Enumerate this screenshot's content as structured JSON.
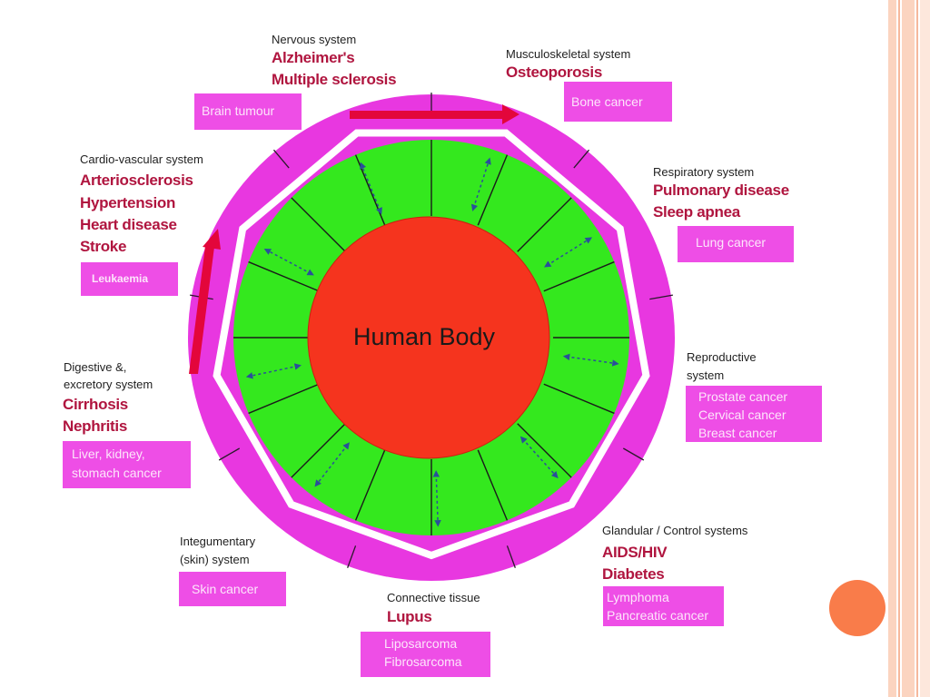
{
  "center_label": "Human Body",
  "colors": {
    "outer_ring": "#e837e0",
    "inner_ring": "#34e81e",
    "center": "#f5341e",
    "disease_text": "#b0153f",
    "cancer_box": "#ee4ee6",
    "arrow": "#e3063b",
    "border_stripe": "#fbd4c0",
    "accent_dot": "#f97c4a"
  },
  "systems": [
    {
      "system": "Nervous system",
      "diseases": [
        "Alzheimer's",
        "Multiple sclerosis"
      ],
      "cancers": [
        "Brain tumour"
      ]
    },
    {
      "system": "Musculoskeletal system",
      "diseases": [
        "Osteoporosis"
      ],
      "cancers": [
        "Bone cancer"
      ]
    },
    {
      "system": "Respiratory system",
      "diseases": [
        "Pulmonary disease",
        "Sleep apnea"
      ],
      "cancers": [
        "Lung cancer"
      ]
    },
    {
      "system": "Reproductive system",
      "system_lines": [
        "Reproductive",
        "system"
      ],
      "diseases": [],
      "cancers": [
        "Prostate cancer",
        "Cervical cancer",
        "Breast cancer"
      ]
    },
    {
      "system": "Glandular / Control systems",
      "diseases": [
        "AIDS/HIV",
        "Diabetes"
      ],
      "cancers": [
        "Lymphoma",
        "Pancreatic cancer"
      ]
    },
    {
      "system": "Connective tissue",
      "diseases": [
        "Lupus"
      ],
      "cancers": [
        "Liposarcoma",
        "Fibrosarcoma"
      ]
    },
    {
      "system": "Integumentary (skin) system",
      "system_lines": [
        "Integumentary",
        "(skin) system"
      ],
      "diseases": [],
      "cancers": [
        "Skin cancer"
      ]
    },
    {
      "system": "Digestive & excretory system",
      "system_lines": [
        "Digestive &,",
        "excretory system"
      ],
      "diseases": [
        "Cirrhosis",
        "Nephritis"
      ],
      "cancers": [
        "Liver, kidney,",
        "stomach cancer"
      ]
    },
    {
      "system": "Cardio-vascular system",
      "diseases": [
        "Arteriosclerosis",
        "Hypertension",
        "Heart disease",
        "Stroke"
      ],
      "cancers": [
        "Leukaemia"
      ]
    }
  ]
}
